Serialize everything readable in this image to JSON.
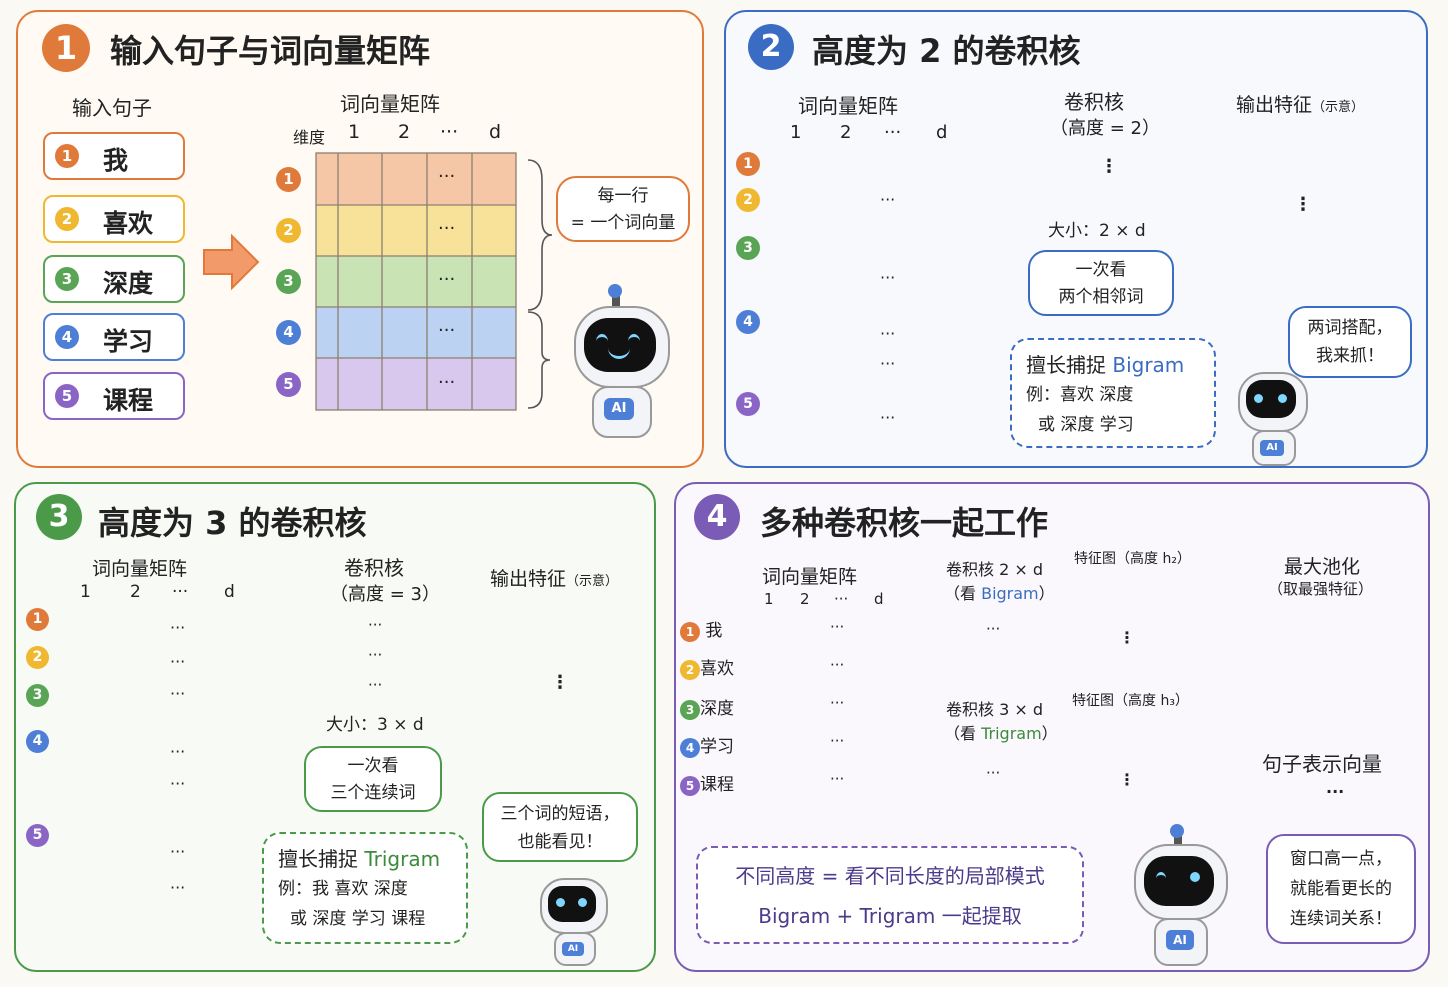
{
  "colors": {
    "orange": "#e07a3a",
    "yellow": "#f0b830",
    "green": "#5aa455",
    "blue": "#4d7fd6",
    "purple": "#8a65c6",
    "row_orange": "#f6c7a6",
    "row_yellow": "#f8e29a",
    "row_green": "#c9e3b4",
    "row_blue": "#bcd2f2",
    "row_purple": "#d8c8ee"
  },
  "p1": {
    "num": "1",
    "title": "输入句子与词向量矩阵",
    "input_label": "输入句子",
    "words": [
      "我",
      "喜欢",
      "深度",
      "学习",
      "课程"
    ],
    "nums": [
      "1",
      "2",
      "3",
      "4",
      "5"
    ],
    "matrix_label": "词向量矩阵",
    "dim_label": "维度",
    "cols": [
      "1",
      "2",
      "···",
      "d"
    ],
    "dots": "···",
    "bubble1": "每一行",
    "bubble2": "= 一个词向量",
    "robot_ai": "AI"
  },
  "p2": {
    "num": "2",
    "title": "高度为 2 的卷积核",
    "matrix_label": "词向量矩阵",
    "cols": [
      "1",
      "2",
      "···",
      "d"
    ],
    "kernel_label": "卷积核",
    "kernel_sub": "（高度 = 2）",
    "kernel_size": "大小：2 × d",
    "output_label": "输出特征",
    "output_sub": "（示意）",
    "look1": "一次看",
    "look2": "两个相邻词",
    "bigram_a": "擅长捕捉",
    "bigram_b": "Bigram",
    "ex1": "例：喜欢 深度",
    "ex2": "或 深度 学习",
    "speech1": "两词搭配，",
    "speech2": "我来抓！",
    "nums": [
      "1",
      "2",
      "3",
      "4",
      "5"
    ],
    "dots": "···",
    "vdots": "⋮",
    "robot_ai": "AI"
  },
  "p3": {
    "num": "3",
    "title": "高度为 3 的卷积核",
    "matrix_label": "词向量矩阵",
    "cols": [
      "1",
      "2",
      "···",
      "d"
    ],
    "kernel_label": "卷积核",
    "kernel_sub": "（高度 = 3）",
    "kernel_size": "大小：3 × d",
    "output_label": "输出特征",
    "output_sub": "（示意）",
    "look1": "一次看",
    "look2": "三个连续词",
    "tri_a": "擅长捕捉",
    "tri_b": "Trigram",
    "ex1": "例：我 喜欢 深度",
    "ex2": "或 深度 学习 课程",
    "speech1": "三个词的短语，",
    "speech2": "也能看见！",
    "nums": [
      "1",
      "2",
      "3",
      "4",
      "5"
    ],
    "dots": "···",
    "vdots": "⋮",
    "robot_ai": "AI"
  },
  "p4": {
    "num": "4",
    "title": "多种卷积核一起工作",
    "matrix_label": "词向量矩阵",
    "cols": [
      "1",
      "2",
      "···",
      "d"
    ],
    "words": [
      "我",
      "喜欢",
      "深度",
      "学习",
      "课程"
    ],
    "nums": [
      "1",
      "2",
      "3",
      "4",
      "5"
    ],
    "k2_label": "卷积核 2 × d",
    "k2_sub_a": "（看 ",
    "k2_sub_b": "Bigram",
    "k2_sub_c": "）",
    "k3_label": "卷积核 3 × d",
    "k3_sub_a": "（看 ",
    "k3_sub_b": "Trigram",
    "k3_sub_c": "）",
    "fm2": "特征图（高度 h₂）",
    "fm3": "特征图（高度 h₃）",
    "pool_label": "最大池化",
    "pool_sub": "（取最强特征）",
    "sent_vec": "句子表示向量",
    "note1": "不同高度 = 看不同长度的局部模式",
    "note2": "Bigram + Trigram 一起提取",
    "speech1": "窗口高一点，",
    "speech2": "就能看更长的",
    "speech3": "连续词关系！",
    "dots": "···",
    "vdots": "⋮",
    "robot_ai": "AI"
  }
}
